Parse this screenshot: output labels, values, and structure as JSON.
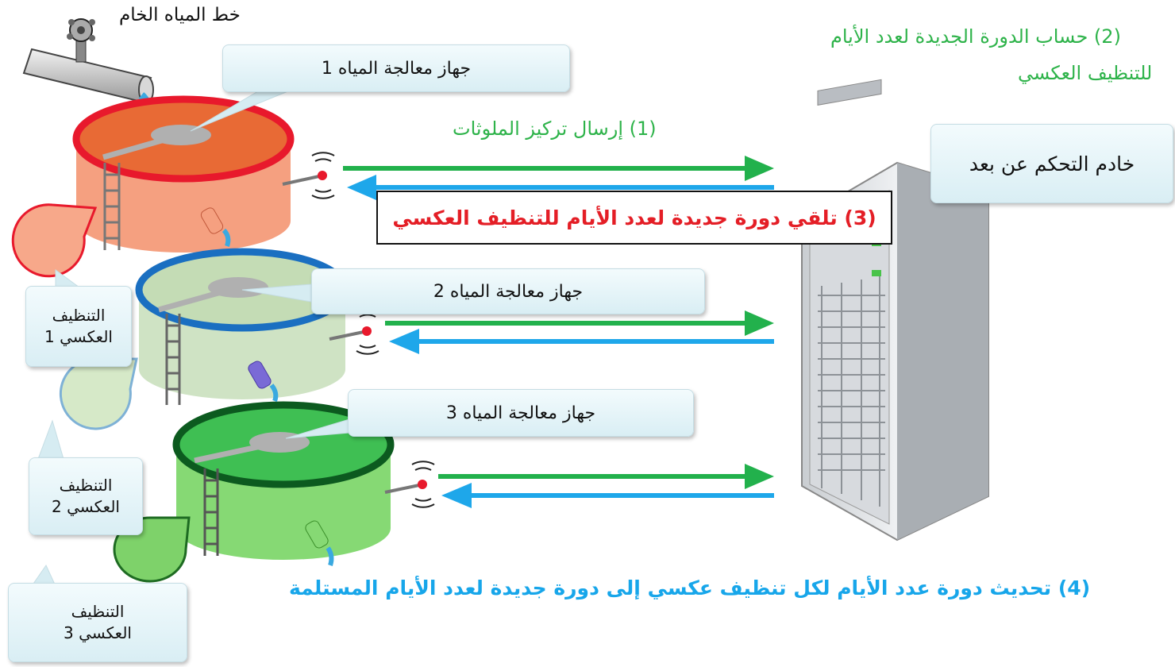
{
  "raw_water_line": "خط المياه الخام",
  "devices": {
    "device1": "جهاز معالجة المياه 1",
    "device2": "جهاز معالجة المياه 2",
    "device3": "جهاز معالجة المياه 3"
  },
  "server_label": "خادم التحكم عن بعد",
  "steps": {
    "step1": "(1)   إرسال تركيز الملوثات",
    "step2_line1": "(2) حساب الدورة الجديدة لعدد الأيام",
    "step2_line2": "للتنظيف العكسي",
    "step3": "(3) تلقي دورة جديدة لعدد الأيام للتنظيف العكسي",
    "step4": "(4) تحديث دورة عدد الأيام لكل تنظيف عكسي إلى دورة جديدة لعدد الأيام المستلمة"
  },
  "backwash": {
    "bw1_line1": "التنظيف",
    "bw1_line2": "العكسي 1",
    "bw2_line1": "التنظيف",
    "bw2_line2": "العكسي 2",
    "bw3_line1": "التنظيف",
    "bw3_line2": "العكسي 3"
  },
  "colors": {
    "tank1": "#f28c6e",
    "tank1_rim": "#e8192c",
    "tank2": "#cfe3c4",
    "tank2_rim": "#1a6fc1",
    "tank3": "#7ed26a",
    "tank3_rim": "#0c5a1f",
    "arrow_green": "#22b14c",
    "arrow_blue": "#1ea7ea",
    "step_green": "#2eb34a",
    "step_red": "#e41e26",
    "step_blue": "#17a6ea"
  }
}
